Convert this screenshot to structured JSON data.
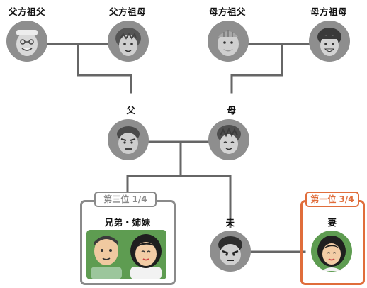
{
  "grandparents": {
    "paternal_grandfather": "父方祖父",
    "paternal_grandmother": "父方祖母",
    "maternal_grandfather": "母方祖父",
    "maternal_grandmother": "母方祖母"
  },
  "parents": {
    "father": "父",
    "mother": "母"
  },
  "siblings_box": {
    "rank": "第三位",
    "share": "1/4",
    "title": "兄弟・姉妹"
  },
  "husband": "夫",
  "wife_box": {
    "rank": "第一位",
    "share": "3/4",
    "title": "妻"
  },
  "colors": {
    "line": "#666666",
    "portrait_gray": "#8e8e8e",
    "sibling_box_border": "#8a8a8a",
    "wife_box_border": "#e06d3b",
    "wife_circle": "#5e9c51"
  }
}
